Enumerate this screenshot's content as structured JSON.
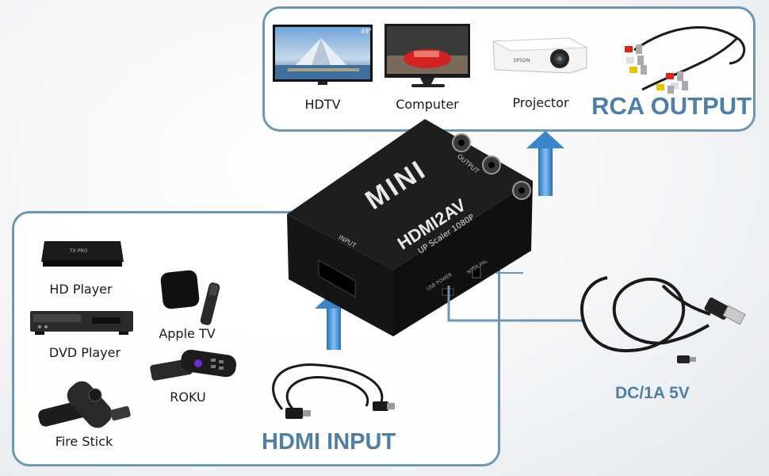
{
  "output_panel": {
    "devices": [
      {
        "label": "HDTV",
        "icon": "hdtv-icon",
        "screen_text": "49\""
      },
      {
        "label": "Computer",
        "icon": "computer-monitor-icon"
      },
      {
        "label": "Projector",
        "icon": "projector-icon",
        "brand_text": "EPSON"
      }
    ],
    "cable_icon": "rca-cable-icon",
    "title": "RCA OUTPUT"
  },
  "input_panel": {
    "devices": [
      {
        "label": "HD Player",
        "icon": "hd-player-icon",
        "brand_text": "TX PRO"
      },
      {
        "label": "Apple TV",
        "icon": "apple-tv-icon"
      },
      {
        "label": "DVD Player",
        "icon": "dvd-player-icon"
      },
      {
        "label": "ROKU",
        "icon": "roku-icon"
      },
      {
        "label": "Fire Stick",
        "icon": "fire-stick-icon"
      }
    ],
    "cable_icon": "hdmi-cable-icon",
    "title": "HDMI INPUT"
  },
  "converter": {
    "brand": "MINI",
    "model": "HDMI2AV",
    "subtitle": "UP Scaler 1080P",
    "output_port_label": "OUTPUT",
    "input_port_label": "INPUT",
    "power_port_label": "USB POWER",
    "switch_labels": "NTSC  PAL"
  },
  "power": {
    "label": "DC/1A  5V",
    "cable_icon": "usb-cable-icon"
  },
  "colors": {
    "panel_border": "#6d97b5",
    "title_text": "#4f7fa6",
    "arrow": "#3a86c8"
  }
}
